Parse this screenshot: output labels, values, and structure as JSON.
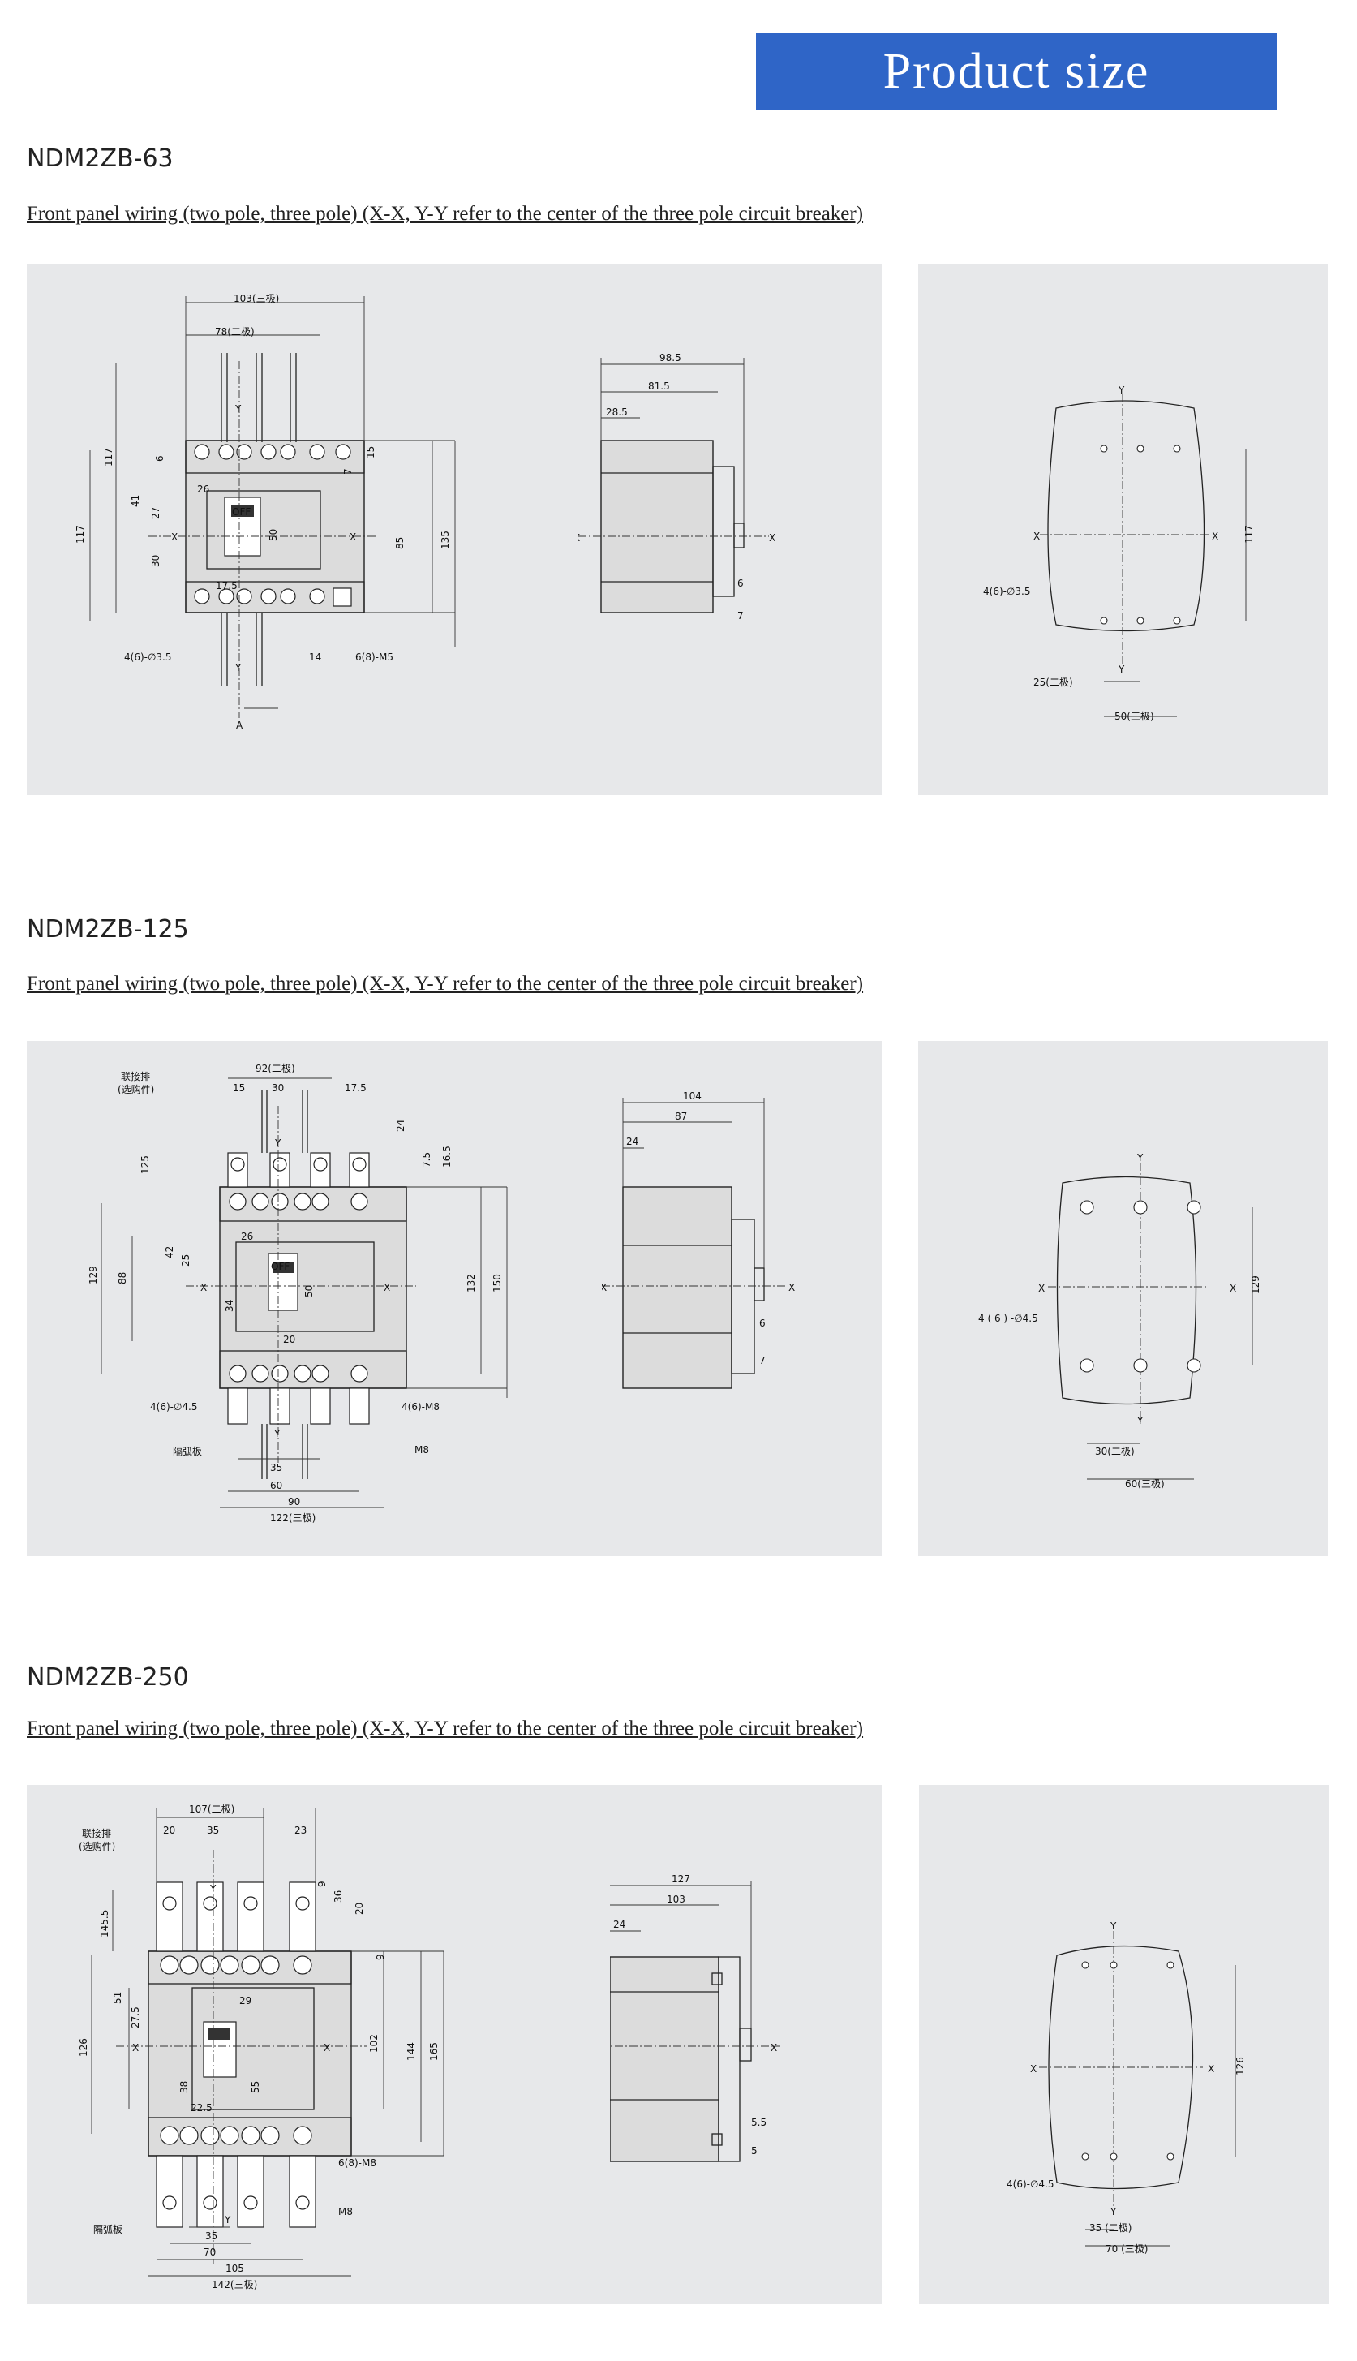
{
  "banner": {
    "title": "Product size"
  },
  "sections": [
    {
      "model": "NDM2ZB-63",
      "note": "Front panel wiring (two pole, three pole) (X-X, Y-Y refer to the center of the three pole circuit breaker)",
      "front_labels": [
        "103(三极)",
        "78(二极)",
        "Y",
        "6",
        "117",
        "41",
        "27",
        "30",
        "26",
        "117",
        "X",
        "X",
        "50",
        "7",
        "15",
        "85",
        "135",
        "17.5",
        "Y",
        "4(6)-∅3.5",
        "14",
        "6(8)-M5",
        "A",
        "OFF"
      ],
      "side_labels": [
        "98.5",
        "81.5",
        "28.5",
        "X",
        "X",
        "6",
        "7"
      ],
      "mount_labels": [
        "Y",
        "X",
        "X",
        "117",
        "4(6)-∅3.5",
        "Y",
        "25(二极)",
        "50(三极)"
      ]
    },
    {
      "model": "NDM2ZB-125",
      "note": "Front panel wiring (two pole, three pole) (X-X, Y-Y refer to the center of the three pole circuit breaker)",
      "front_labels": [
        "联接排",
        "(选购件)",
        "92(二极)",
        "15",
        "30",
        "17.5",
        "Y",
        "24",
        "125",
        "7.5",
        "16.5",
        "129",
        "88",
        "42",
        "25",
        "26",
        "X",
        "X",
        "132",
        "150",
        "34",
        "50",
        "20",
        "4(6)-∅4.5",
        "4(6)-M8",
        "隔弧板",
        "Y",
        "M8",
        "35",
        "60",
        "90",
        "122(三极)",
        "OFF"
      ],
      "side_labels": [
        "104",
        "87",
        "24",
        "X",
        "X",
        "6",
        "7"
      ],
      "mount_labels": [
        "Y",
        "X",
        "X",
        "129",
        "4(6)-∅4.5",
        "Y",
        "30(二极)",
        "60(三极)"
      ]
    },
    {
      "model": "NDM2ZB-250",
      "note": "Front panel wiring (two pole, three pole) (X-X, Y-Y refer to the center of the three pole circuit breaker)",
      "front_labels": [
        "107(二极)",
        "联接排",
        "(选购件)",
        "20",
        "35",
        "23",
        "Y",
        "9",
        "36",
        "20",
        "145.5",
        "9",
        "51",
        "27.5",
        "126",
        "29",
        "X",
        "X",
        "102",
        "144",
        "165",
        "38",
        "55",
        "22.5",
        "6(8)-M8",
        "隔弧板",
        "M8",
        "Y",
        "35",
        "70",
        "105",
        "142(三极)"
      ],
      "side_labels": [
        "127",
        "103",
        "24",
        "X",
        "X",
        "5.5",
        "5"
      ],
      "mount_labels": [
        "Y",
        "X",
        "X",
        "126",
        "4(6)-∅4.5",
        "Y",
        "35(二极)",
        "70(三极)"
      ]
    }
  ]
}
